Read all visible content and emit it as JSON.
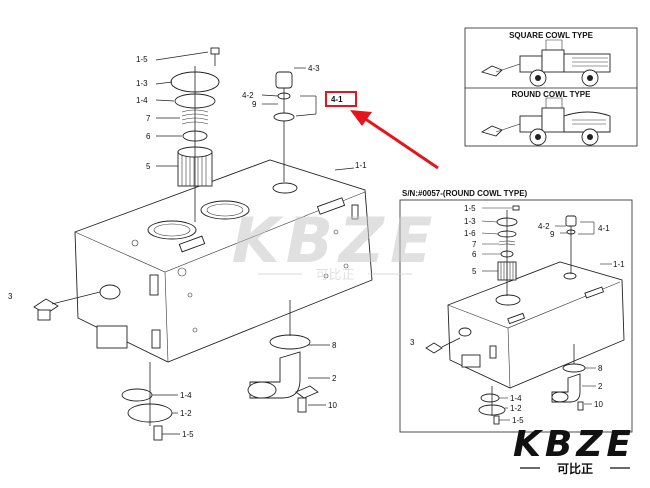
{
  "boxes": {
    "square_cowl": "SQUARE COWL TYPE",
    "round_cowl": "ROUND COWL TYPE"
  },
  "inset": {
    "title": "S/N:#0057-(ROUND COWL TYPE)"
  },
  "main_labels": {
    "l15_top": "1-5",
    "l13": "1-3",
    "l14_top": "1-4",
    "l7": "7",
    "l6": "6",
    "l5": "5",
    "l43": "4-3",
    "l42": "4-2",
    "l9": "9",
    "l41": "4-1",
    "l11": "1-1",
    "l3": "3",
    "l8": "8",
    "l2": "2",
    "l10": "10",
    "l14_bot": "1-4",
    "l12": "1-2",
    "l15_bot": "1-5"
  },
  "inset_labels": {
    "l15_top": "1-5",
    "l13": "1-3",
    "l16": "1-6",
    "l7": "7",
    "l6": "6",
    "l5": "5",
    "l42": "4-2",
    "l9": "9",
    "l41": "4-1",
    "l11": "1-1",
    "l3": "3",
    "l8": "8",
    "l2": "2",
    "l10": "10",
    "l14": "1-4",
    "l12": "1-2",
    "l15_bot": "1-5"
  },
  "watermark": {
    "brand": "KBZE",
    "cn": "可比正"
  },
  "logo": {
    "brand": "KBZE",
    "cn": "可比正"
  },
  "colors": {
    "highlight": "#e8141b",
    "line": "#222222",
    "watermark": "#c8c8c8"
  }
}
